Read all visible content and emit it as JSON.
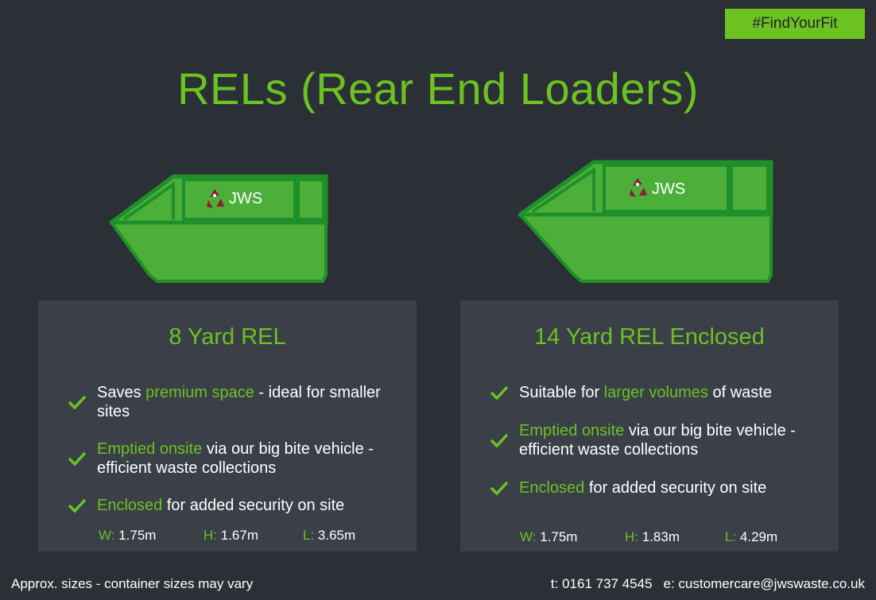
{
  "hashtag": "#FindYourFit",
  "title": "RELs (Rear End Loaders)",
  "brand": "JWS",
  "colors": {
    "accent": "#6cc222",
    "background": "#2b2f36",
    "panel": "#3a3f48",
    "skip_body": "#4caf3a",
    "skip_edge": "#1f8f2a",
    "logo_mark": "#8a1f3a"
  },
  "products": [
    {
      "name": "8 Yard REL",
      "features": [
        {
          "pre": "Saves ",
          "highlight": "premium space",
          "post": " - ideal for smaller sites"
        },
        {
          "pre": "",
          "highlight": "Emptied onsite",
          "post": " via our big bite vehicle - efficient waste collections"
        },
        {
          "pre": "",
          "highlight": "Enclosed",
          "post": " for added security on site"
        }
      ],
      "dimensions": {
        "w_label": "W:",
        "w": "1.75m",
        "h_label": "H:",
        "h": "1.67m",
        "l_label": "L:",
        "l": "3.65m"
      }
    },
    {
      "name": "14 Yard REL Enclosed",
      "features": [
        {
          "pre": "Suitable for ",
          "highlight": "larger volumes",
          "post": " of waste"
        },
        {
          "pre": "",
          "highlight": "Emptied onsite",
          "post": " via our big bite vehicle - efficient waste collections"
        },
        {
          "pre": "",
          "highlight": "Enclosed",
          "post": " for added security on site"
        }
      ],
      "dimensions": {
        "w_label": "W:",
        "w": "1.75m",
        "h_label": "H:",
        "h": "1.83m",
        "l_label": "L:",
        "l": "4.29m"
      }
    }
  ],
  "footer": {
    "disclaimer": "Approx. sizes - container sizes may vary",
    "phone": "t: 0161 737 4545",
    "email": "e: customercare@jwswaste.co.uk"
  }
}
